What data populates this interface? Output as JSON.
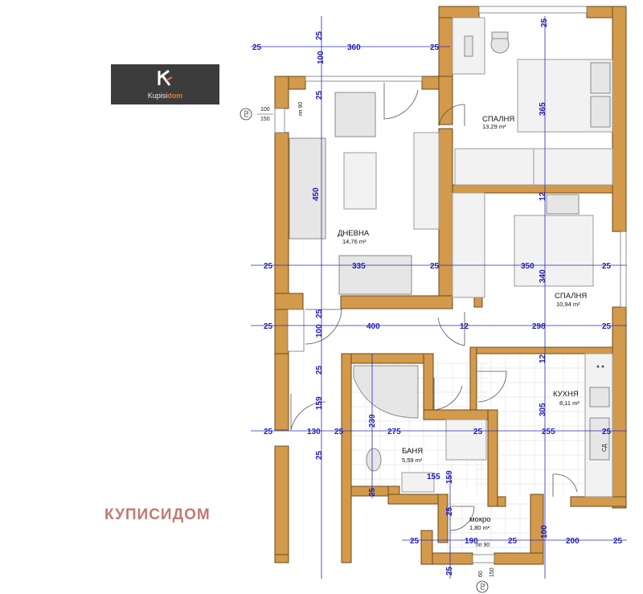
{
  "logo": {
    "brand_prefix": "Kupisi",
    "brand_suffix": "dom"
  },
  "watermark": "КУПИСИДОМ",
  "colors": {
    "wall": "#d29a4a",
    "dimension": "#2b2bb5",
    "watermark": "#c27a73",
    "logo_bg": "#3c3c3c",
    "logo_accent": "#e07a3a"
  },
  "rooms": [
    {
      "id": "bedroom1",
      "name": "СПАЛНЯ",
      "area": "13,29 m²"
    },
    {
      "id": "living",
      "name": "ДНЕВНА",
      "area": "14,76 m²"
    },
    {
      "id": "bedroom2",
      "name": "СПАЛНЯ",
      "area": "10,94 m²"
    },
    {
      "id": "kitchen",
      "name": "КУХНЯ",
      "area": "8,11 m²"
    },
    {
      "id": "bath",
      "name": "БАНЯ",
      "area": "5,59 m²"
    },
    {
      "id": "wet",
      "name": "мокро",
      "area": "1,80 m²"
    }
  ],
  "dimensions": [
    "25",
    "25",
    "360",
    "25",
    "25",
    "100",
    "25",
    "365",
    "25",
    "450",
    "12",
    "25",
    "335",
    "25",
    "350",
    "340",
    "25",
    "25",
    "25",
    "100",
    "400",
    "12",
    "298",
    "25",
    "25",
    "12",
    "159",
    "25",
    "130",
    "25",
    "239",
    "275",
    "255",
    "305",
    "25",
    "25",
    "25",
    "155",
    "159",
    "25",
    "25",
    "190",
    "25",
    "100",
    "200",
    "25",
    "25",
    "25"
  ],
  "window_notes": {
    "p2_left": {
      "tag": "П2",
      "line1": "100",
      "line2": "150",
      "side": "пп 90"
    },
    "p2_bottom": {
      "tag": "П2",
      "line1": "60",
      "line2": "150",
      "side": "пп 90"
    }
  },
  "fixtures": {
    "fridge": "СД"
  }
}
